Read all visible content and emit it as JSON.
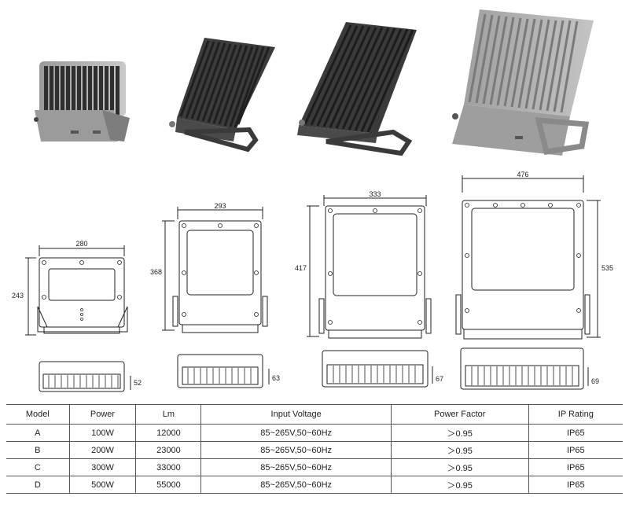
{
  "products": [
    {
      "model": "A",
      "width": "280",
      "height": "243",
      "depth": "52"
    },
    {
      "model": "B",
      "width": "293",
      "height": "368",
      "depth": "63"
    },
    {
      "model": "C",
      "width": "333",
      "height": "417",
      "depth": "67"
    },
    {
      "model": "D",
      "width": "476",
      "height": "535",
      "depth": "69"
    }
  ],
  "table": {
    "headers": [
      "Model",
      "Power",
      "Lm",
      "Input Voltage",
      "Power Factor",
      "IP Rating"
    ],
    "rows": [
      [
        "A",
        "100W",
        "12000",
        "85~265V,50~60Hz",
        "＞0.95",
        "IP65"
      ],
      [
        "B",
        "200W",
        "23000",
        "85~265V,50~60Hz",
        "＞0.95",
        "IP65"
      ],
      [
        "C",
        "300W",
        "33000",
        "85~265V,50~60Hz",
        "＞0.95",
        "IP65"
      ],
      [
        "D",
        "500W",
        "55000",
        "85~265V,50~60Hz",
        "＞0.95",
        "IP65"
      ]
    ]
  },
  "colors": {
    "housing_light": "#8c8c8c",
    "housing_dark": "#3a3a3a",
    "line": "#222222"
  }
}
